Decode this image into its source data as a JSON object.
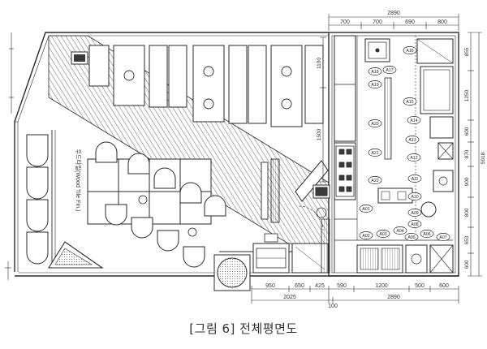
{
  "figure": {
    "caption": "[그림 6] 전체평면도",
    "floor_note": "우드타일(Wood Tile Fin.)"
  },
  "dimensions": {
    "top_total": "2890",
    "top": [
      "700",
      "700",
      "690",
      "800"
    ],
    "right_total": "5918",
    "right": [
      "855",
      "1250",
      "600",
      "870",
      "900",
      "800",
      "653",
      "600"
    ],
    "left_vertical": [
      "1100",
      "1500"
    ],
    "bottom_row1": [
      "950",
      "650",
      "425",
      "590",
      "1200",
      "500",
      "600"
    ],
    "bottom_row2": [
      "2025",
      "100",
      "2890"
    ]
  },
  "equipment_tags": [
    "A16",
    "A18",
    "A17",
    "A19",
    "A15",
    "A20",
    "A14",
    "A13",
    "A21",
    "A12",
    "A11",
    "A22",
    "A10",
    "A01",
    "A09",
    "A08",
    "A02",
    "A03",
    "A04",
    "A05",
    "A06",
    "A07"
  ],
  "colors": {
    "line": "#2a2a2a",
    "hatch": "#555555",
    "caption": "#333333",
    "background": "#ffffff"
  }
}
